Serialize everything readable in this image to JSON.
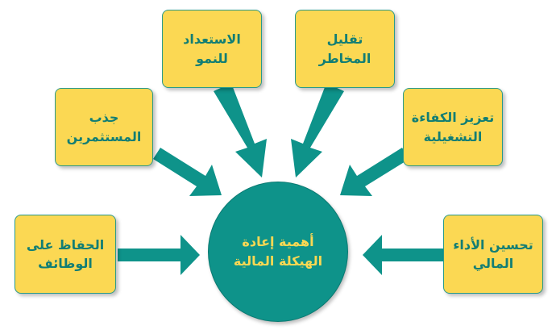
{
  "diagram": {
    "center": {
      "line1": "أهمية إعادة",
      "line2": "الهيكلة المالية"
    },
    "nodes": [
      {
        "id": "jobs",
        "line1": "الحفاظ على",
        "line2": "الوظائف"
      },
      {
        "id": "investors",
        "line1": "جذب",
        "line2": "المستثمرين"
      },
      {
        "id": "growth",
        "line1": "الاستعداد للنمو",
        "line2": ""
      },
      {
        "id": "risk",
        "line1": "تقليل المخاطر",
        "line2": ""
      },
      {
        "id": "efficiency",
        "line1": "تعزيز الكفاءة",
        "line2": "التشغيلية"
      },
      {
        "id": "financial",
        "line1": "تحسين الأداء",
        "line2": "المالي"
      }
    ],
    "colors": {
      "box_fill": "#fbd853",
      "box_text": "#127e74",
      "arrow": "#0e938a",
      "center_fill": "#0e938a",
      "center_text": "#fbd853"
    }
  }
}
